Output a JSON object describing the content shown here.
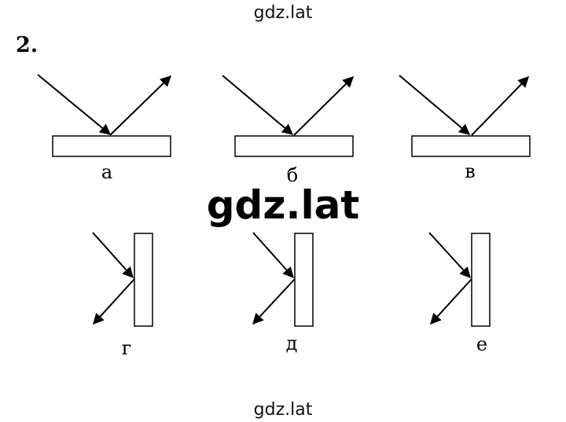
{
  "watermark_top": "gdz.lat",
  "watermark_center": "gdz.lat",
  "watermark_bottom": "gdz.lat",
  "problem_number": "2.",
  "panels": [
    {
      "label": "а",
      "orientation": "horizontal"
    },
    {
      "label": "б",
      "orientation": "horizontal"
    },
    {
      "label": "в",
      "orientation": "horizontal"
    },
    {
      "label": "г",
      "orientation": "vertical"
    },
    {
      "label": "д",
      "orientation": "vertical"
    },
    {
      "label": "е",
      "orientation": "vertical"
    }
  ]
}
